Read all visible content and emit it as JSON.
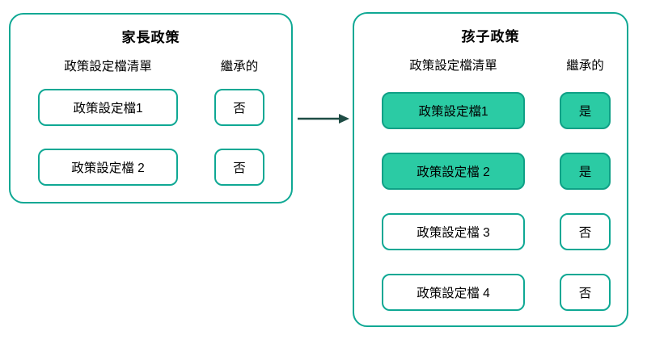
{
  "diagram_title": "policy-profile-inheritance",
  "colors": {
    "accent": "#0FA894",
    "fill": "#2BCBA4",
    "fill-border": "#0FA086",
    "arrow": "#1F4D45",
    "text": "#000000",
    "bg": "#FFFFFF"
  },
  "arrow": {
    "icon": "arrow-right-icon",
    "direction": "parent-to-child"
  },
  "panels": [
    {
      "title": "家長政策",
      "columns": {
        "profiles": "政策設定檔清單",
        "inherited": "繼承的"
      },
      "rows": [
        {
          "label": "政策設定檔1",
          "inherited": "否",
          "active": false
        },
        {
          "label": "政策設定檔 2",
          "inherited": "否",
          "active": false
        }
      ]
    },
    {
      "title": "孩子政策",
      "columns": {
        "profiles": "政策設定檔清單",
        "inherited": "繼承的"
      },
      "rows": [
        {
          "label": "政策設定檔1",
          "inherited": "是",
          "active": true
        },
        {
          "label": "政策設定檔 2",
          "inherited": "是",
          "active": true
        },
        {
          "label": "政策設定檔 3",
          "inherited": "否",
          "active": false
        },
        {
          "label": "政策設定檔 4",
          "inherited": "否",
          "active": false
        }
      ]
    }
  ]
}
